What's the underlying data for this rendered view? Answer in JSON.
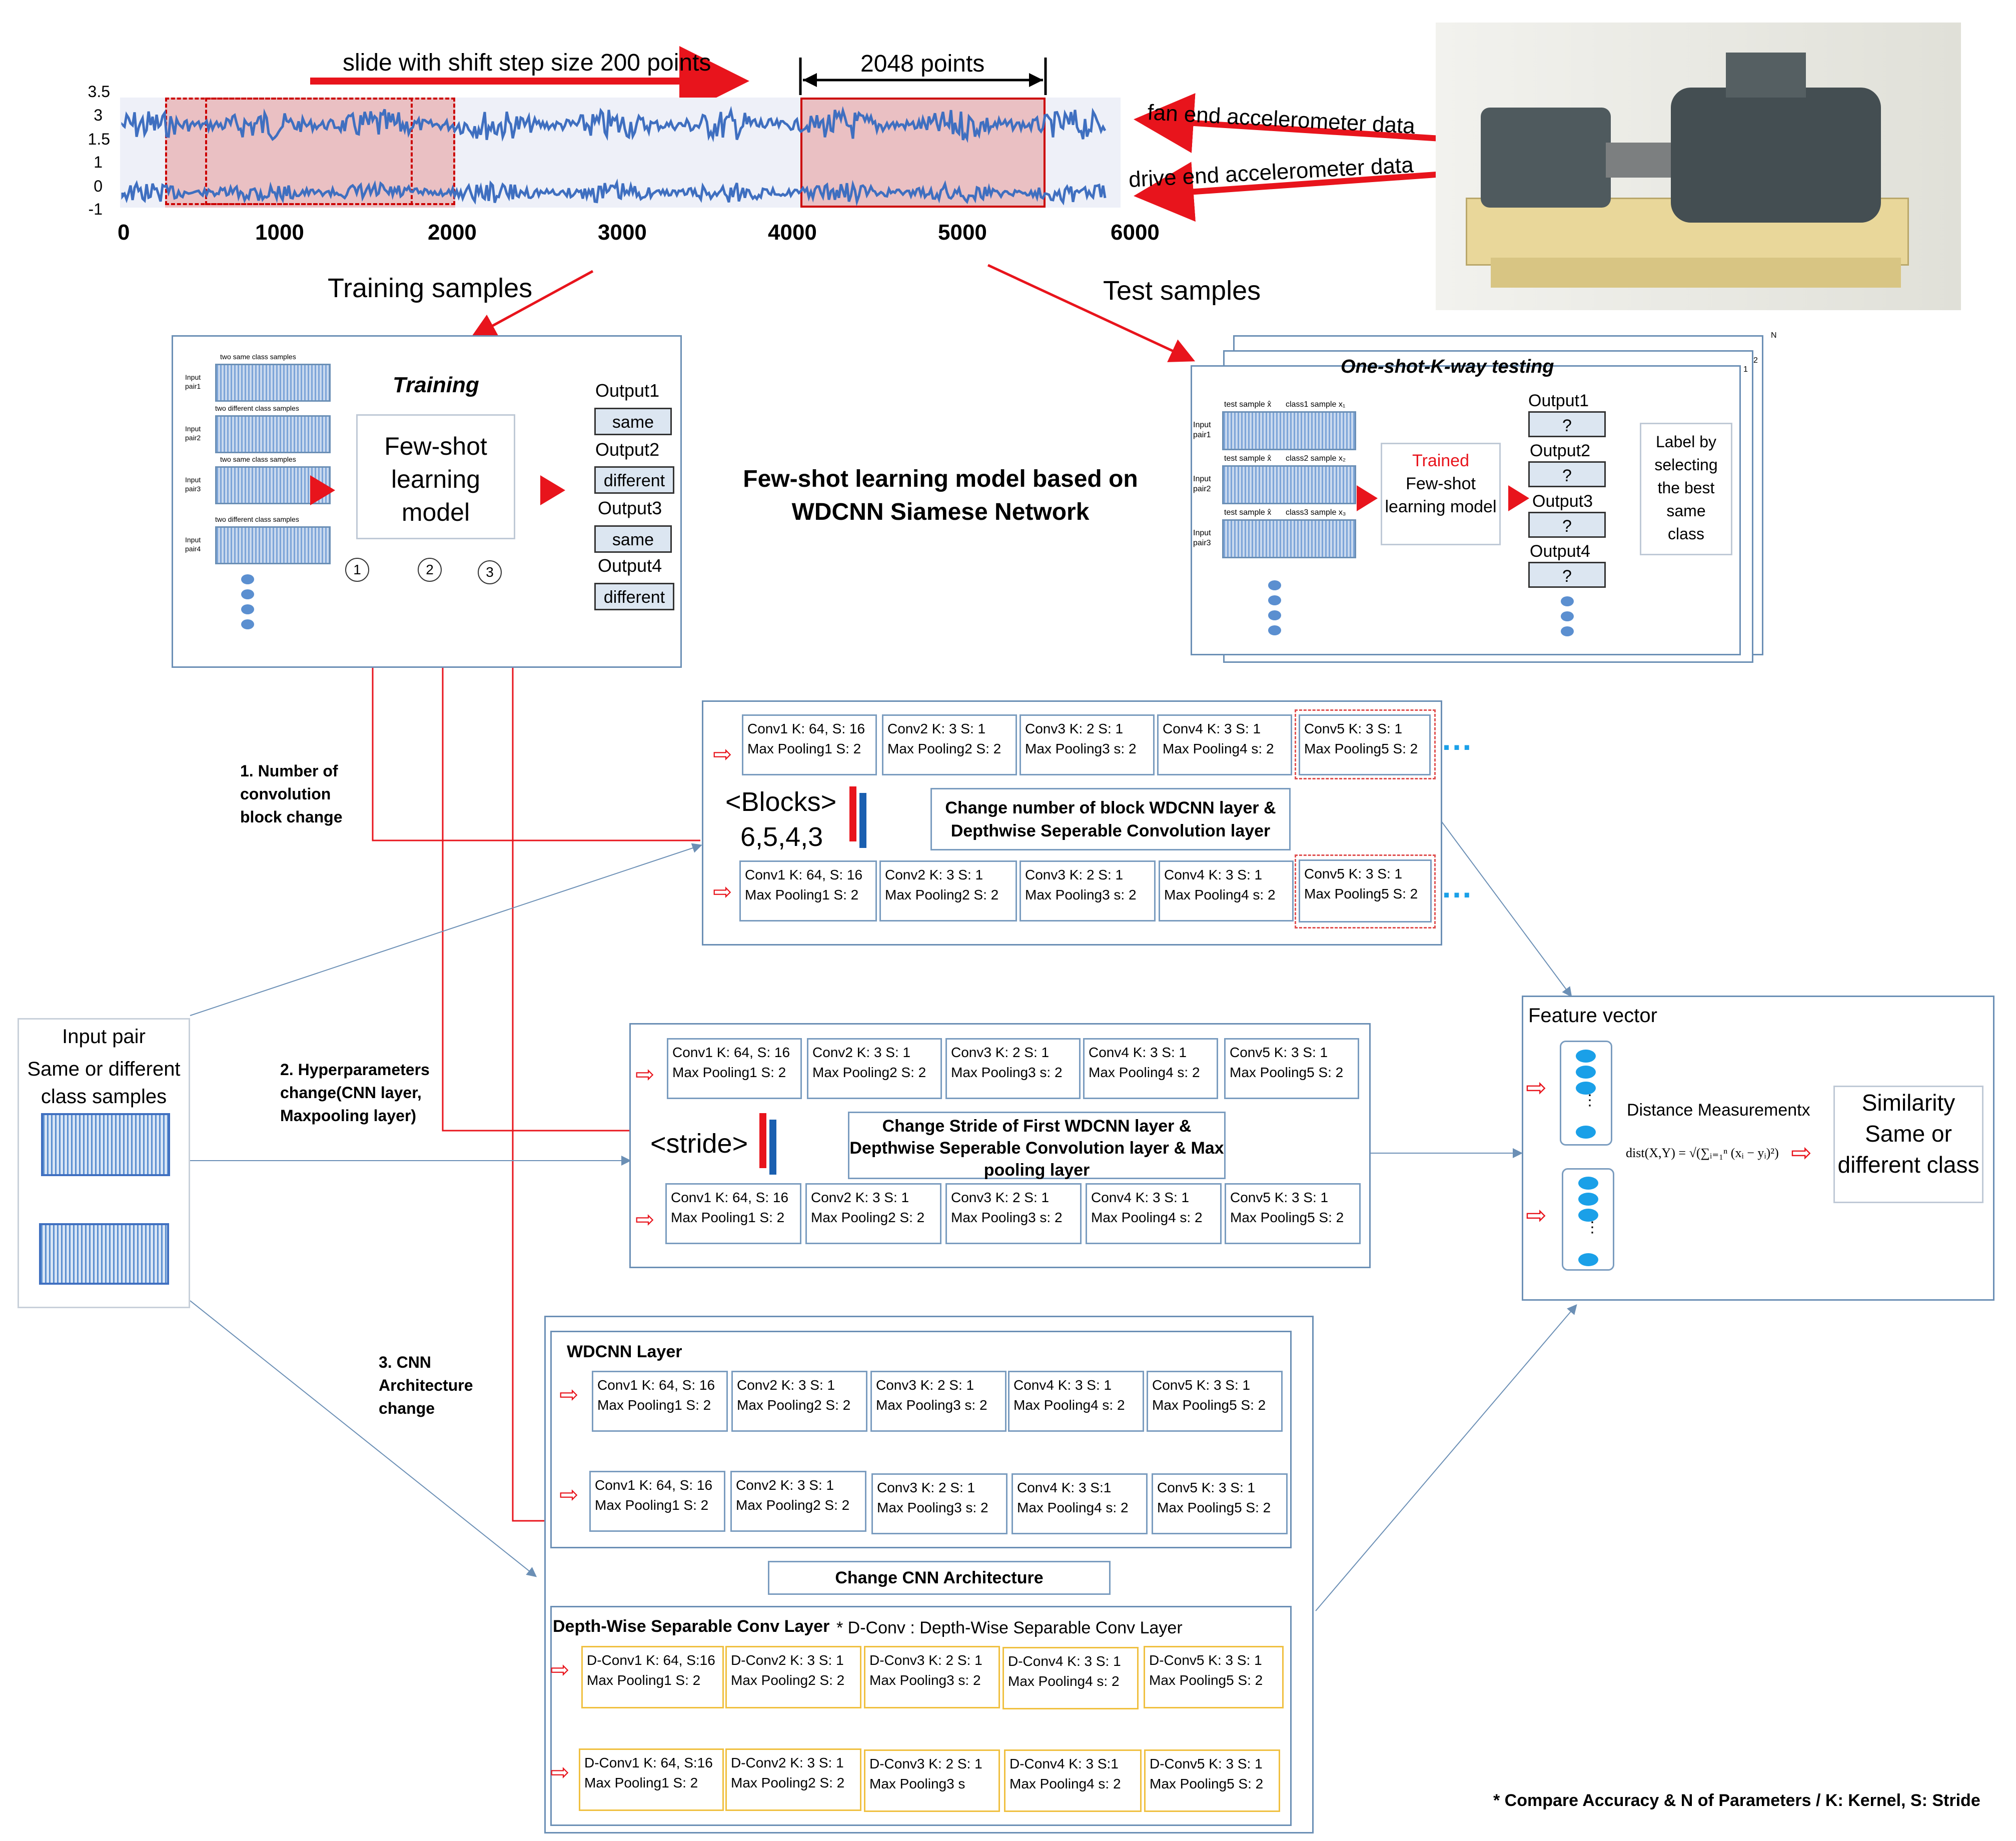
{
  "signal": {
    "slide_label": "slide with shift step size 200 points",
    "window_label": "2048 points",
    "fan_label": "fan end accelerometer data",
    "drive_label": "drive end accelerometer data",
    "y_ticks": [
      "3.5",
      "3",
      "1.5",
      "1",
      "0",
      "-1"
    ],
    "x_ticks": [
      "0",
      "1000",
      "2000",
      "3000",
      "4000",
      "5000",
      "6000"
    ]
  },
  "training_samples_label": "Training samples",
  "test_samples_label": "Test samples",
  "training": {
    "title": "Training",
    "model": "Few-shot learning model",
    "pairs": [
      {
        "caption": "two same class samples",
        "label": "Input pair1"
      },
      {
        "caption": "two different class samples",
        "label": "Input pair2"
      },
      {
        "caption": "two same class samples",
        "label": "Input pair3"
      },
      {
        "caption": "two different class samples",
        "label": "Input pair4"
      }
    ],
    "outputs": [
      {
        "label": "Output1",
        "value": "same"
      },
      {
        "label": "Output2",
        "value": "different"
      },
      {
        "label": "Output3",
        "value": "same"
      },
      {
        "label": "Output4",
        "value": "different"
      }
    ],
    "circles": [
      "1",
      "2",
      "3"
    ]
  },
  "center_title": "Few-shot learning model based on WDCNN Siamese Network",
  "testing": {
    "title": "One-shot-K-way testing",
    "stack_labels": [
      "N",
      "2",
      "1"
    ],
    "pairs": [
      {
        "left": "test sample x̂",
        "right": "class1 sample x₁",
        "label": "Input pair1"
      },
      {
        "left": "test sample x̂",
        "right": "class2 sample x₂",
        "label": "Input pair2"
      },
      {
        "left": "test sample x̂",
        "right": "class3 sample x₃",
        "label": "Input pair3"
      }
    ],
    "model_trained": "Trained",
    "model": "Few-shot learning model",
    "outputs": [
      {
        "label": "Output1",
        "value": "?"
      },
      {
        "label": "Output2",
        "value": "?"
      },
      {
        "label": "Output3",
        "value": "?"
      },
      {
        "label": "Output4",
        "value": "?"
      }
    ],
    "decision": "Label by selecting the best same class"
  },
  "change1": "1. Number of convolution block change",
  "change2": "2. Hyperparameters change(CNN layer, Maxpooling layer)",
  "change3": "3. CNN Architecture change",
  "blocks": {
    "tag": "<Blocks>",
    "numbers": "6,5,4,3",
    "desc": "Change number of block WDCNN layer & Depthwise Seperable Convolution layer",
    "row1": [
      [
        "Conv1 K: 64, S: 16",
        "Max Pooling1 S: 2"
      ],
      [
        "Conv2 K: 3 S: 1",
        "Max Pooling2 S: 2"
      ],
      [
        "Conv3 K: 2 S: 1",
        "Max Pooling3 s: 2"
      ],
      [
        "Conv4 K: 3 S: 1",
        "Max Pooling4 s: 2"
      ],
      [
        "Conv5 K: 3 S: 1",
        "Max Pooling5 S: 2"
      ]
    ],
    "row2": [
      [
        "Conv1 K: 64, S: 16",
        "Max Pooling1 S: 2"
      ],
      [
        "Conv2 K: 3 S: 1",
        "Max Pooling2 S: 2"
      ],
      [
        "Conv3 K: 2 S: 1",
        "Max Pooling3 s: 2"
      ],
      [
        "Conv4 K: 3 S: 1",
        "Max Pooling4 s: 2"
      ],
      [
        "Conv5 K: 3 S: 1",
        "Max Pooling5 S: 2"
      ]
    ],
    "ellipsis": "…"
  },
  "stride": {
    "tag": "<stride>",
    "desc": "Change Stride of First WDCNN layer & Depthwise Seperable Convolution layer & Max pooling layer",
    "row1": [
      [
        "Conv1 K: 64, S: 16",
        "Max Pooling1 S: 2"
      ],
      [
        "Conv2 K: 3 S: 1",
        "Max Pooling2 S: 2"
      ],
      [
        "Conv3 K: 2 S: 1",
        "Max Pooling3 s: 2"
      ],
      [
        "Conv4 K: 3 S: 1",
        "Max Pooling4 s: 2"
      ],
      [
        "Conv5 K: 3 S: 1",
        "Max Pooling5 S: 2"
      ]
    ],
    "row2": [
      [
        "Conv1 K: 64, S: 16",
        "Max Pooling1 S: 2"
      ],
      [
        "Conv2 K: 3 S: 1",
        "Max Pooling2 S: 2"
      ],
      [
        "Conv3 K: 2 S: 1",
        "Max Pooling3 s: 2"
      ],
      [
        "Conv4 K: 3 S: 1",
        "Max Pooling4 s: 2"
      ],
      [
        "Conv5 K: 3 S: 1",
        "Max Pooling5 S: 2"
      ]
    ]
  },
  "input_pair": {
    "line1": "Input pair",
    "line2": "Same or different class samples"
  },
  "arch": {
    "wdcnn_title": "WDCNN Layer",
    "wdcnn_row1": [
      [
        "Conv1 K: 64, S: 16",
        "Max Pooling1 S: 2"
      ],
      [
        "Conv2 K: 3 S: 1",
        "Max Pooling2 S: 2"
      ],
      [
        "Conv3 K: 2 S: 1",
        "Max Pooling3 s: 2"
      ],
      [
        "Conv4 K: 3 S: 1",
        "Max Pooling4 s: 2"
      ],
      [
        "Conv5 K: 3 S: 1",
        "Max Pooling5 S: 2"
      ]
    ],
    "wdcnn_row2": [
      [
        "Conv1 K: 64, S: 16",
        "Max Pooling1 S: 2"
      ],
      [
        "Conv2 K: 3 S: 1",
        "Max Pooling2 S: 2"
      ],
      [
        "Conv3 K: 2 S: 1",
        "Max Pooling3 s: 2"
      ],
      [
        "Conv4 K: 3 S:1",
        "Max Pooling4 s: 2"
      ],
      [
        "Conv5 K: 3 S: 1",
        "Max Pooling5 S: 2"
      ]
    ],
    "change_label": "Change CNN Architecture",
    "dw_title": "Depth-Wise Separable Conv Layer",
    "dw_note": "* D-Conv : Depth-Wise Separable Conv Layer",
    "dw_row1": [
      [
        "D-Conv1 K: 64, S:16",
        "Max Pooling1 S: 2"
      ],
      [
        "D-Conv2 K: 3 S: 1",
        "Max Pooling2 S: 2"
      ],
      [
        "D-Conv3 K: 2 S: 1",
        "Max Pooling3 s: 2"
      ],
      [
        "D-Conv4 K: 3 S: 1",
        "Max Pooling4 s: 2"
      ],
      [
        "D-Conv5 K: 3 S: 1",
        "Max Pooling5 S: 2"
      ]
    ],
    "dw_row2": [
      [
        "D-Conv1 K: 64, S:16",
        "Max Pooling1 S: 2"
      ],
      [
        "D-Conv2 K: 3 S: 1",
        "Max Pooling2 S: 2"
      ],
      [
        "D-Conv3 K: 2 S: 1",
        "Max Pooling3 s"
      ],
      [
        "D-Conv4 K: 3 S:1",
        "Max Pooling4 s: 2"
      ],
      [
        "D-Conv5 K: 3 S: 1",
        "Max Pooling5 S: 2"
      ]
    ]
  },
  "feature": {
    "title": "Feature vector",
    "distance": "Distance Measurementx",
    "formula": "dist(X,Y) = √(∑ᵢ₌₁ⁿ (xᵢ − yᵢ)²)",
    "similarity": "Similarity Same or different class"
  },
  "footnote": "* Compare Accuracy & N of Parameters / K: Kernel, S: Stride",
  "colors": {
    "accent_red": "#e8141c",
    "line_blue": "#6b8fb5",
    "signal_blue": "#3f6fc0"
  }
}
